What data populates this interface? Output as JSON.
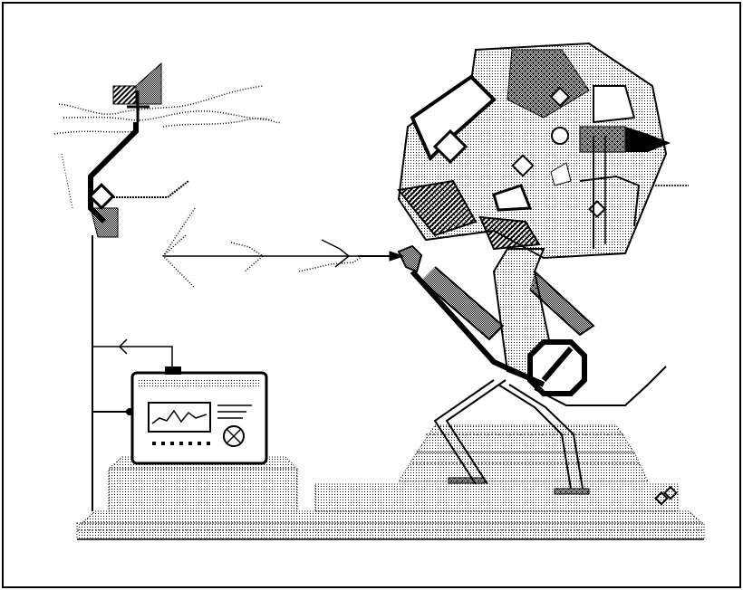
{
  "image": {
    "kind": "black-and-white dithered illustration",
    "foreground": "#000000",
    "background": "#ffffff",
    "subjects": [
      "antenna-mast",
      "signal-receiver-machine",
      "transmission-arrows",
      "robotic-figure",
      "stepped-pedestals",
      "ground-platform",
      "artist-logo-mark"
    ],
    "logo_mark": "interlocking-diamonds"
  }
}
